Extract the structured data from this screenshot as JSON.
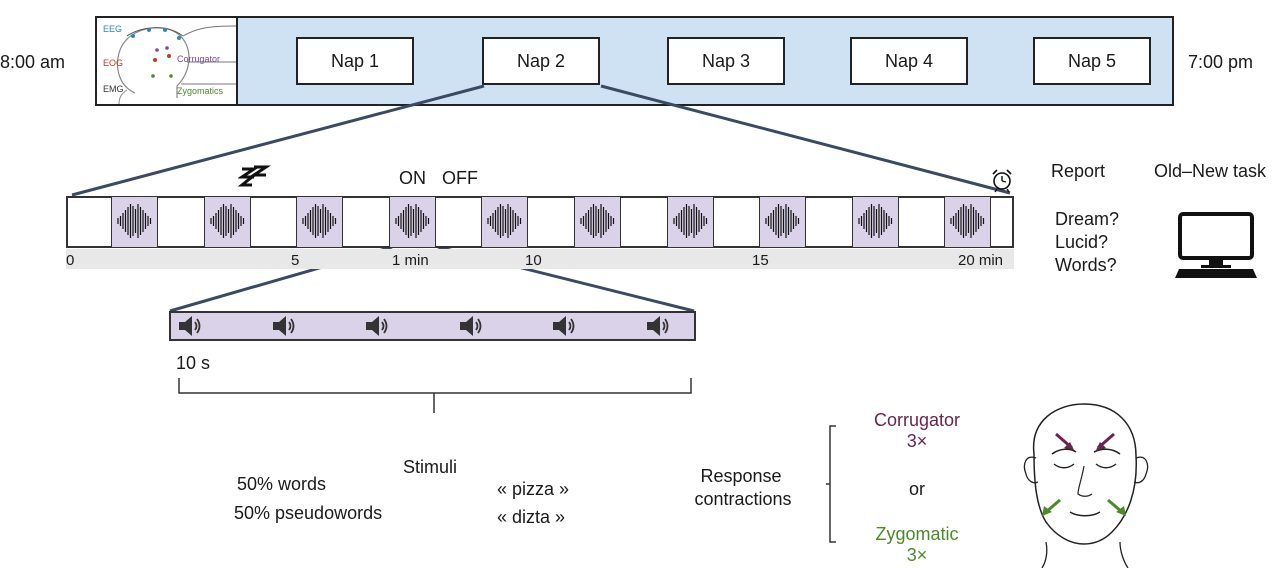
{
  "schedule": {
    "start_time": "8:00 am",
    "end_time": "7:00 pm",
    "naps": [
      "Nap 1",
      "Nap 2",
      "Nap 3",
      "Nap 4",
      "Nap 5"
    ],
    "montage": {
      "eeg": "EEG",
      "eog": "EOG",
      "emg": "EMG",
      "corrugator": "Corrugator",
      "zygomatics": "Zygomatics"
    }
  },
  "nap_timeline": {
    "on_label": "ON",
    "off_label": "OFF",
    "ticks": [
      "0",
      "5",
      "1 min",
      "10",
      "15",
      "20 min"
    ],
    "stimulation_blocks": 10
  },
  "post_nap": {
    "report_title": "Report",
    "report_items": [
      "Dream?",
      "Lucid?",
      "Words?"
    ],
    "task_title": "Old–New task"
  },
  "stim_block": {
    "sounds": 6,
    "duration_label": "10 s"
  },
  "stimuli": {
    "title": "Stimuli",
    "words_pct": "50% words",
    "pseudowords_pct": "50% pseudowords",
    "example_word": "« pizza »",
    "example_pseudoword": "« dizta »"
  },
  "response": {
    "label_line1": "Response",
    "label_line2": "contractions",
    "corrugator": "Corrugator",
    "corrugator_count": "3×",
    "or": "or",
    "zygomatic": "Zygomatic",
    "zygomatic_count": "3×"
  },
  "colors": {
    "nap_band": "#cfe2f3",
    "stim_block": "#d9d2e9",
    "link_line": "#3a4a63",
    "corrugator": "#6b2350",
    "zygomatic": "#4a8a2a",
    "eeg": "#2e86c1",
    "eog": "#c0392b"
  }
}
